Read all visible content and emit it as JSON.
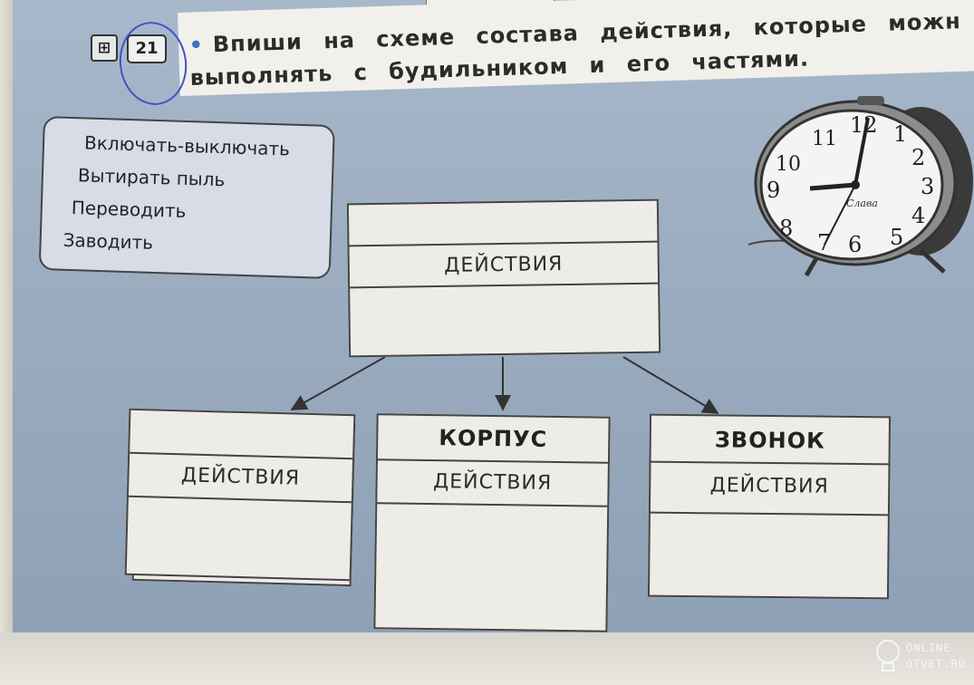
{
  "task": {
    "number": "21",
    "icon": "house-in-square-icon",
    "icon_glyph": "⊞",
    "instruction": "Впиши на схеме состава действия, которые можно выполнять с будильником и его частями.",
    "instruction_line1": "Впиши на схеме состава действия, которые можн",
    "instruction_line2": "выполнять с будильником и его частями."
  },
  "word_bank": {
    "items": [
      "Включать-выключать",
      "Вытирать пыль",
      "Переводить",
      "Заводить"
    ]
  },
  "clock": {
    "numerals": [
      "12",
      "1",
      "2",
      "3",
      "4",
      "5",
      "6",
      "7",
      "8",
      "9",
      "10",
      "11"
    ],
    "brand": "Слава"
  },
  "diagram": {
    "root": {
      "label": "ДЕЙСТВИЯ"
    },
    "left": {
      "label": "ДЕЙСТВИЯ"
    },
    "middle": {
      "title": "КОРПУС",
      "label": "ДЕЙСТВИЯ"
    },
    "right": {
      "title": "ЗВОНОК",
      "label": "ДЕЙСТВИЯ"
    }
  },
  "watermark": {
    "line1": "ONLINE",
    "line2": "OTVET.RU"
  },
  "colors": {
    "background": "#9eadbf",
    "box": "#eeece7",
    "pen": "#3b55c9",
    "bullet": "#3e73c4"
  }
}
